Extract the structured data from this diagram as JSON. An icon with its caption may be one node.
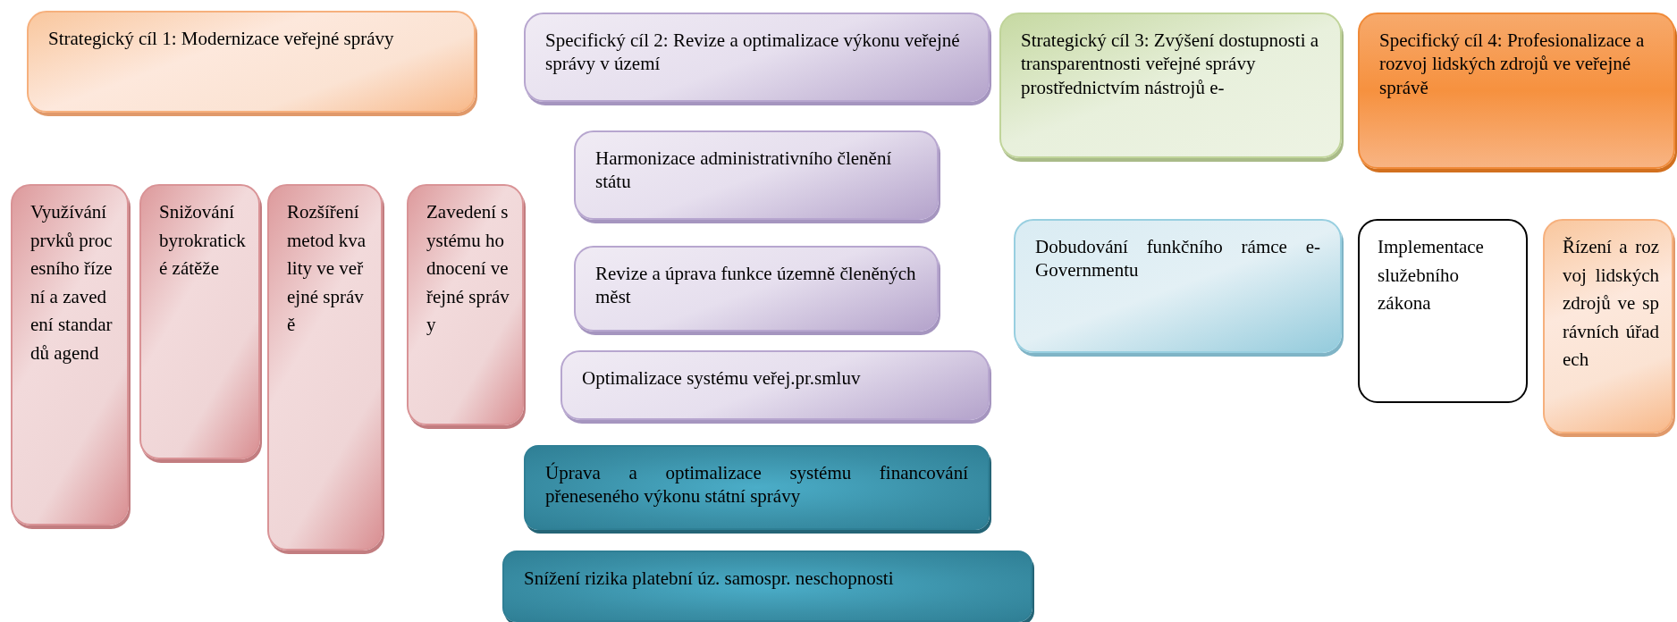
{
  "diagram": {
    "nodes": [
      {
        "text": [
          "Strategický cíl 1: Modernizace veřejné správy"
        ]
      },
      {
        "text": [
          "Specifický cíl 2: Revize a optimalizace výkonu veřejné správy v území"
        ]
      },
      {
        "text": [
          "Strategický cíl 3: Zvýšení dostupnosti a transparentnosti veřejné správy prostřednictvím nástrojů e-"
        ]
      },
      {
        "text": [
          "Specifický cíl 4: Profesionalizace a rozvoj lidských zdrojů ve veřejné správě"
        ]
      },
      {
        "text": [
          "Využívání prvků procesního řízení a zavedení standardů agend"
        ]
      },
      {
        "text": [
          "Snižování byrokratické zátěže"
        ]
      },
      {
        "text": [
          "Rozšíření metod kvality ve veřejné správě"
        ]
      },
      {
        "text": [
          "Zavedení systému hodnocení veřejné správy"
        ]
      },
      {
        "text": [
          "Harmonizace administrativního členění státu"
        ]
      },
      {
        "text": [
          "Revize a úprava funkce územně členěných měst"
        ]
      },
      {
        "text": [
          "Dobudování funkčního rámce e-Governmentu"
        ]
      },
      {
        "text": [
          "Implementace služebního zákona"
        ]
      },
      {
        "text": [
          "Řízení a rozvoj lidských zdrojů ve správních úřadech"
        ]
      },
      {
        "text": [
          "Optimalizace systému veřej.pr.smluv"
        ]
      },
      {
        "text": [
          "Úprava a optimalizace systému financování přeneseného výkonu státní správy"
        ]
      },
      {
        "text": [
          "Snížení rizika platební úz. samospr. neschopnosti"
        ]
      }
    ]
  }
}
